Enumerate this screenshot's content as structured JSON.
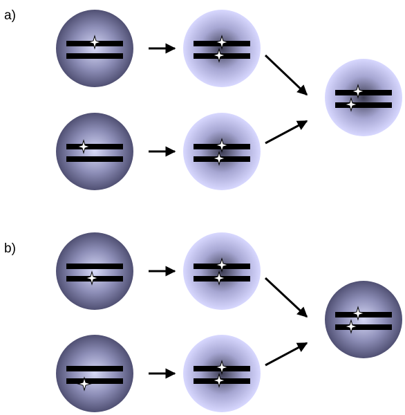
{
  "panels": [
    {
      "label": "a)",
      "spheres": [
        {
          "shade": "dark",
          "sparks": [
            "upper-mid"
          ]
        },
        {
          "shade": "light",
          "sparks": [
            "upper-mid",
            "lower-mid"
          ]
        },
        {
          "shade": "dark",
          "sparks": [
            "upper-left"
          ]
        },
        {
          "shade": "light",
          "sparks": [
            "upper-mid",
            "lower-mid"
          ]
        },
        {
          "shade": "light",
          "sparks": [
            "upper-right",
            "lower-mid"
          ]
        }
      ]
    },
    {
      "label": "b)",
      "spheres": [
        {
          "shade": "dark",
          "sparks": [
            "lower-mid"
          ]
        },
        {
          "shade": "light",
          "sparks": [
            "upper-mid",
            "lower-mid"
          ]
        },
        {
          "shade": "dark",
          "sparks": [
            "lower-left"
          ]
        },
        {
          "shade": "light",
          "sparks": [
            "upper-mid",
            "lower-mid"
          ]
        },
        {
          "shade": "dark",
          "sparks": [
            "upper-right",
            "lower-mid"
          ]
        }
      ]
    }
  ],
  "colors": {
    "dark_core": "#d6d8f6",
    "dark_mid": "#8e8fb8",
    "dark_edge": "#505073",
    "light_core": "#3c3c52",
    "light_mid": "#a6a6d2",
    "light_edge": "#d8d8ff",
    "bar": "#000000",
    "arrow": "#000000",
    "spark_fill": "#ffffff",
    "spark_stroke": "#000000"
  }
}
